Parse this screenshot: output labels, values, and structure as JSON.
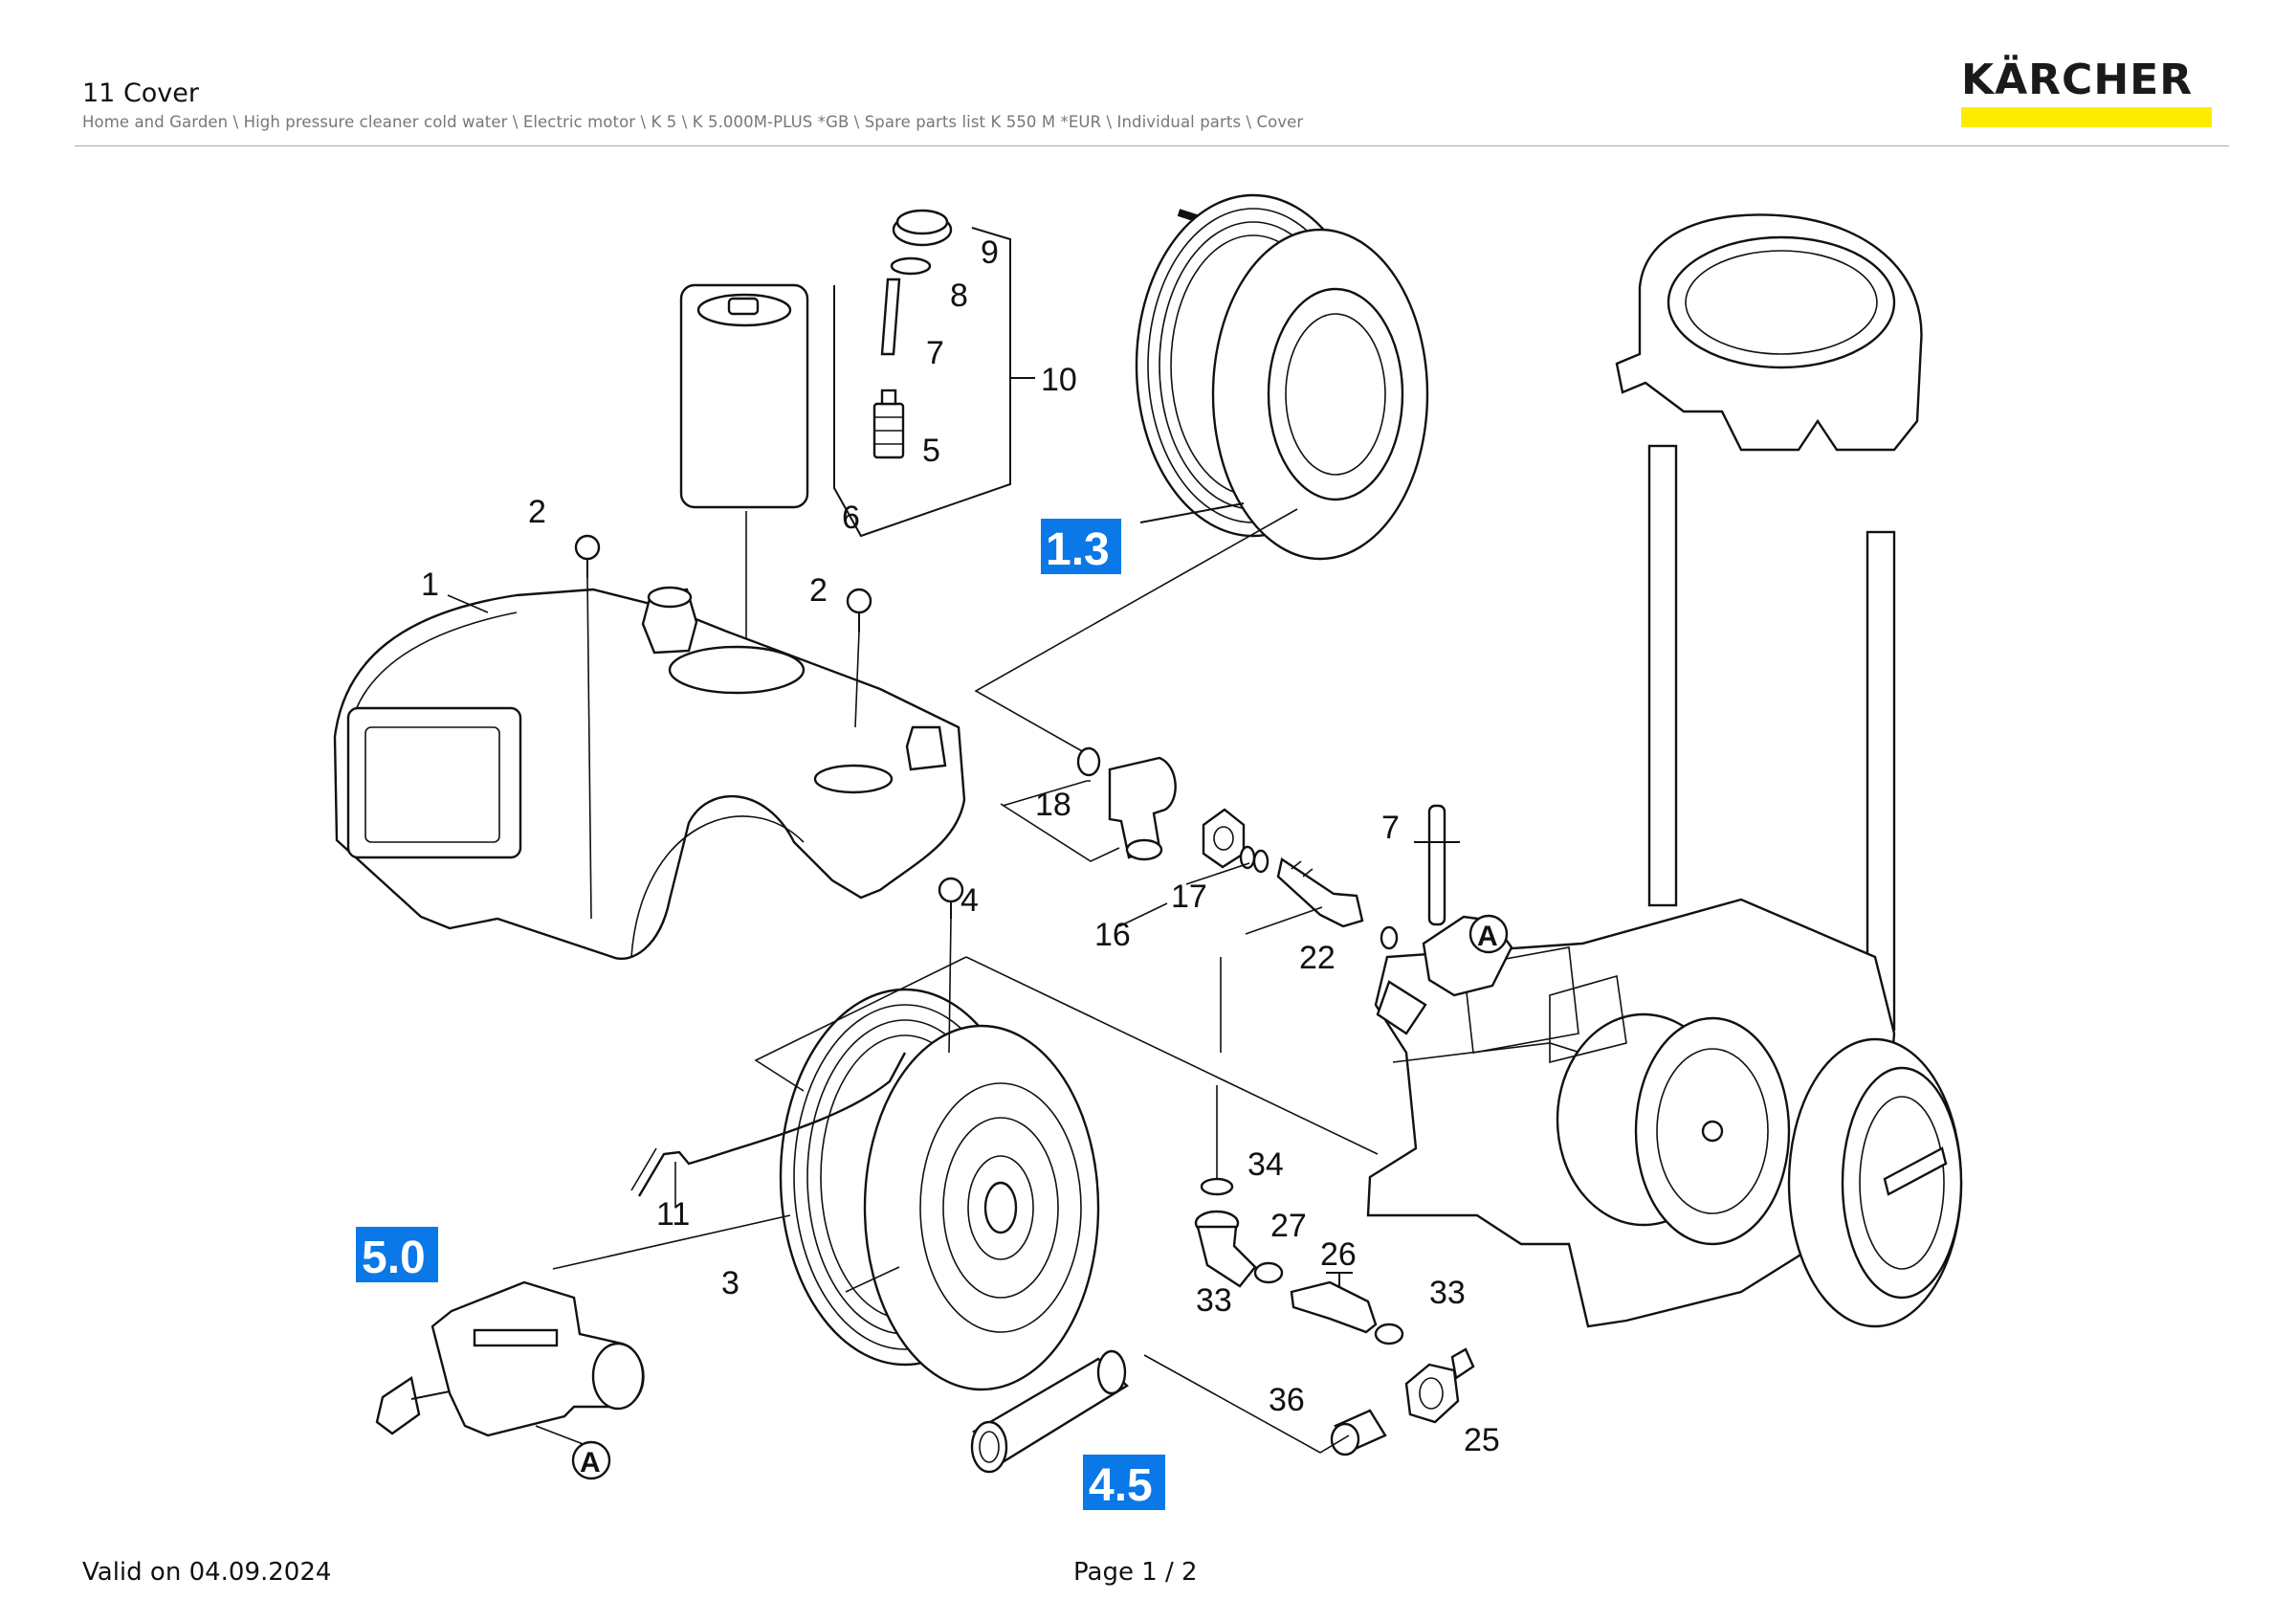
{
  "header": {
    "title": "11 Cover",
    "breadcrumb": "Home and Garden \\ High pressure cleaner cold water \\ Electric motor \\ K 5 \\ K 5.000M-PLUS *GB \\ Spare parts list K 550 M *EUR \\ Individual parts \\ Cover",
    "brand": "KÄRCHER",
    "brand_color": "#ffed00"
  },
  "diagram": {
    "labels": [
      "1",
      "2",
      "2",
      "3",
      "4",
      "5",
      "6",
      "7",
      "7",
      "8",
      "9",
      "10",
      "11",
      "16",
      "17",
      "18",
      "22",
      "25",
      "26",
      "27",
      "33",
      "33",
      "34",
      "36"
    ],
    "tags": [
      "1.3",
      "5.0",
      "4.5"
    ],
    "tag_color": "#0a78e6",
    "connector": "A"
  },
  "footer": {
    "valid": "Valid on 04.09.2024",
    "page": "Page 1 / 2"
  }
}
